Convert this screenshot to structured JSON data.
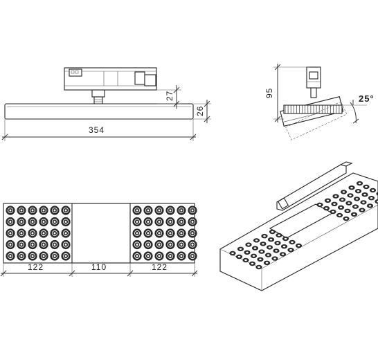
{
  "views": {
    "front": {
      "total_width": "354",
      "body_height": "26",
      "adapter_height": "27"
    },
    "side": {
      "height": "95",
      "tilt_angle": "25°"
    },
    "bottom": {
      "left_section": "122",
      "middle_section": "110",
      "right_section": "122",
      "lens_rows": 5,
      "lens_cols_per_block": 6
    }
  },
  "colors": {
    "line": "#222222",
    "lens_dark": "#2a2a2a",
    "lens_ring": "#ffffff"
  }
}
